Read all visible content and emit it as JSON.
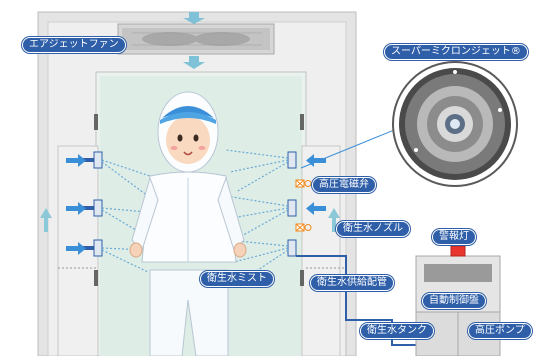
{
  "labels": {
    "air_jet_fan": "エアジェットファン",
    "super_micron_jet": "スーパーミクロンジェット®",
    "solenoid_valve": "高圧電磁弁",
    "sanitary_nozzle": "衛生水ノズル",
    "warning_light": "警報灯",
    "sanitary_mist": "衛生水ミスト",
    "supply_pipe": "衛生水供給配管",
    "control_panel": "自動制御盤",
    "water_tank": "衛生水タンク",
    "pump": "高圧ポンプ"
  },
  "colors": {
    "label_bg": "#2f5fa8",
    "booth_frame": "#d9d9d9",
    "booth_inner": "#d9ebe6",
    "arrow": "#3b8fd8",
    "pipe": "#2f5fa8",
    "alarm": "#e8352e",
    "valve": "#f08a1c"
  },
  "icons": {
    "air_arrow": "arrow-right-icon",
    "airflow_up": "arrow-up-icon",
    "fan_down": "arrow-down-icon",
    "valve": "solenoid-valve-icon"
  }
}
